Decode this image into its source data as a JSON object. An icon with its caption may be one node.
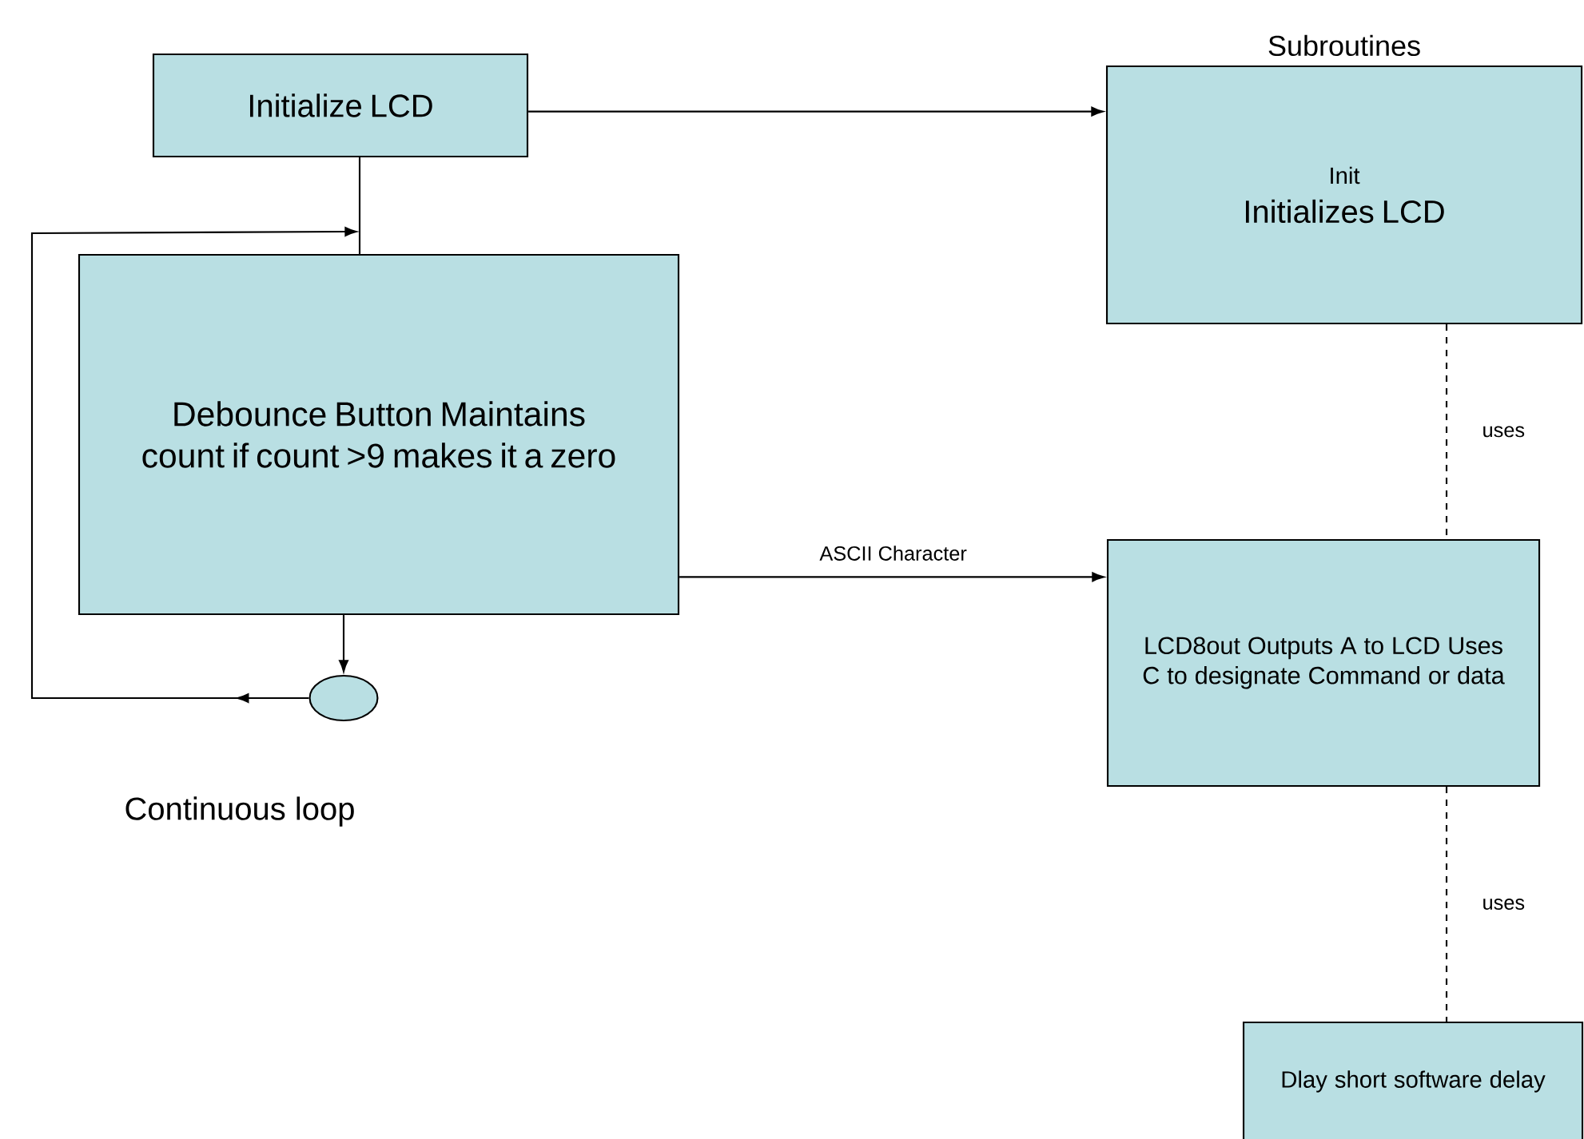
{
  "diagram": {
    "nodes": [
      {
        "text": [
          "Initialize LCD"
        ]
      },
      {
        "text": [
          "Debounce Button Maintains count if count >9 makes it a zero"
        ]
      },
      {
        "text": [],
        "shape": "ellipse"
      },
      {
        "text": [
          "Subroutines",
          "Init",
          "Initializes LCD"
        ]
      },
      {
        "text": [
          "LCD8out Outputs A to LCD Uses C to designate Command or data"
        ]
      },
      {
        "text": [
          "Dlay short software delay"
        ]
      }
    ],
    "edges": [
      {
        "from": 0,
        "to": 1,
        "arrow": "none"
      },
      {
        "from": 1,
        "to": 2,
        "arrow": "to"
      },
      {
        "from": 2,
        "to": 1,
        "arrow": "to"
      },
      {
        "from": 0,
        "to": 3,
        "arrow": "to"
      },
      {
        "from": 1,
        "to": 4,
        "arrow": "to",
        "label": "ASCII Character"
      },
      {
        "from": 3,
        "to": 4,
        "arrow": "none",
        "style": "dashed",
        "label": "uses"
      },
      {
        "from": 4,
        "to": 5,
        "arrow": "none",
        "style": "dashed",
        "label": "uses"
      }
    ],
    "labels": [
      "Continuous loop"
    ]
  }
}
